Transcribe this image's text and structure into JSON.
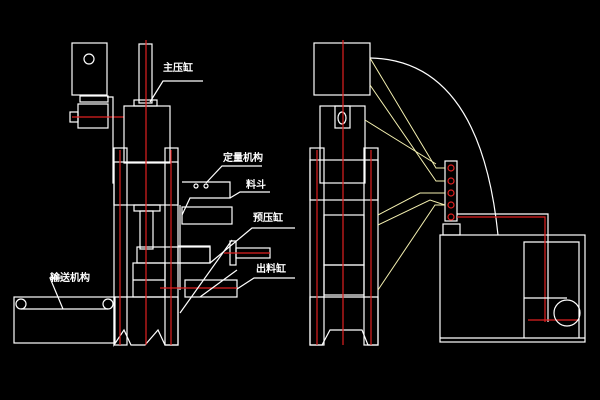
{
  "labels": {
    "main_cylinder": "主压缸",
    "metering_mechanism": "定量机构",
    "hopper": "料斗",
    "pre_press_cylinder": "预压缸",
    "discharge_cylinder": "出料缸",
    "conveyor": "输送机构"
  },
  "colors": {
    "background": "#000000",
    "lines": "#ffffff",
    "centerlines": "#e02020",
    "hoses": "#f4f0b0"
  }
}
